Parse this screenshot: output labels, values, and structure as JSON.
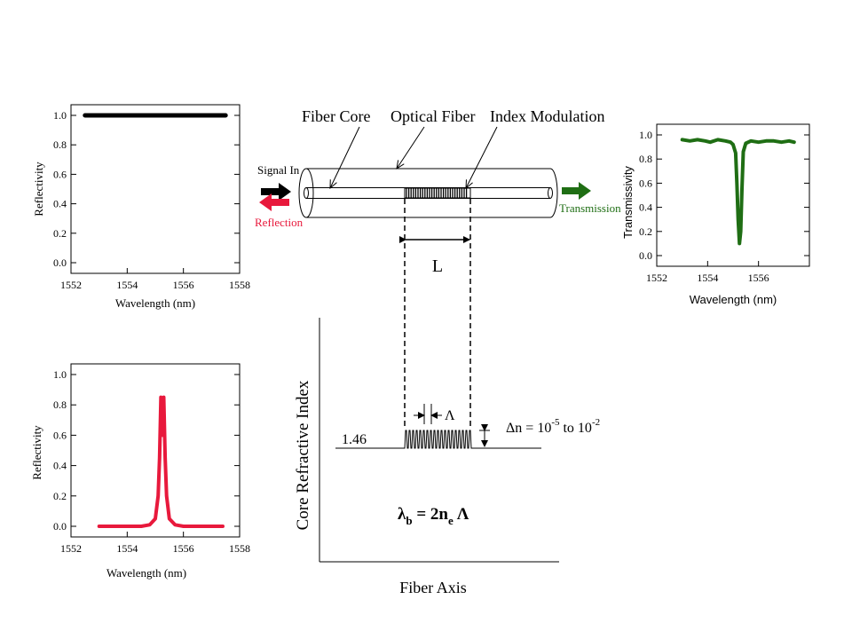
{
  "colors": {
    "reflection": "#e8193c",
    "transmission": "#1f6e14",
    "ink": "#000000"
  },
  "fiber": {
    "core_label": "Fiber Core",
    "fiber_label": "Optical Fiber",
    "modulation_label": "Index Modulation",
    "signal_in_label": "Signal In",
    "reflection_label": "Reflection",
    "transmission_label": "Transmission",
    "length_label": "L"
  },
  "index_profile": {
    "y_axis_label": "Core Refractive Index",
    "x_axis_label": "Fiber Axis",
    "base_index": "1.46",
    "period_symbol": "Λ",
    "delta_n": {
      "prefix": "Δn = 10",
      "exp_low": "-5",
      "middle": " to 10",
      "exp_high": "-2"
    },
    "bragg": {
      "lambda": "λ",
      "sub_b": "b",
      "eq": " = 2n",
      "sub_e": "e",
      "period": "Λ"
    }
  },
  "chart_data": [
    {
      "id": "input-spectrum",
      "type": "line",
      "xlabel": "Wavelength (nm)",
      "ylabel": "Reflectivity",
      "xlim": [
        1552,
        1558
      ],
      "ylim": [
        0.0,
        1.0
      ],
      "x_ticks": [
        "1552",
        "1554",
        "1556",
        "1558"
      ],
      "y_ticks": [
        "0.0",
        "0.2",
        "0.4",
        "0.6",
        "0.8",
        "1.0"
      ],
      "series": [
        {
          "color": "#000000",
          "x": [
            1552.5,
            1557.5
          ],
          "y": [
            1.0,
            1.0
          ]
        }
      ]
    },
    {
      "id": "transmission-spectrum",
      "type": "line",
      "xlabel": "Wavelength (nm)",
      "ylabel": "Transmissivity",
      "xlim": [
        1552,
        1558
      ],
      "ylim": [
        0.0,
        1.0
      ],
      "x_ticks": [
        "1552",
        "1554",
        "1556"
      ],
      "y_ticks": [
        "0.0",
        "0.2",
        "0.4",
        "0.6",
        "0.8",
        "1.0"
      ],
      "series": [
        {
          "color": "#1f6e14",
          "x": [
            1553.0,
            1553.3,
            1553.6,
            1553.9,
            1554.1,
            1554.4,
            1554.7,
            1554.9,
            1555.0,
            1555.1,
            1555.15,
            1555.2,
            1555.25,
            1555.3,
            1555.35,
            1555.4,
            1555.5,
            1555.7,
            1556.0,
            1556.3,
            1556.6,
            1556.9,
            1557.2,
            1557.4
          ],
          "y": [
            0.96,
            0.95,
            0.96,
            0.95,
            0.94,
            0.96,
            0.95,
            0.94,
            0.92,
            0.85,
            0.6,
            0.3,
            0.1,
            0.2,
            0.55,
            0.86,
            0.93,
            0.95,
            0.94,
            0.95,
            0.95,
            0.94,
            0.95,
            0.94
          ]
        }
      ]
    },
    {
      "id": "reflection-spectrum",
      "type": "line",
      "xlabel": "Wavelength (nm)",
      "ylabel": "Reflectivity",
      "xlim": [
        1552,
        1558
      ],
      "ylim": [
        0.0,
        1.0
      ],
      "x_ticks": [
        "1552",
        "1554",
        "1556",
        "1558"
      ],
      "y_ticks": [
        "0.0",
        "0.2",
        "0.4",
        "0.6",
        "0.8",
        "1.0"
      ],
      "series": [
        {
          "color": "#e8193c",
          "x": [
            1553.0,
            1553.5,
            1554.0,
            1554.5,
            1554.8,
            1555.0,
            1555.1,
            1555.15,
            1555.2,
            1555.25,
            1555.3,
            1555.35,
            1555.4,
            1555.5,
            1555.7,
            1556.0,
            1556.5,
            1557.0,
            1557.4
          ],
          "y": [
            0.0,
            0.0,
            0.0,
            0.0,
            0.01,
            0.05,
            0.2,
            0.45,
            0.85,
            0.6,
            0.85,
            0.45,
            0.2,
            0.05,
            0.01,
            0.0,
            0.0,
            0.0,
            0.0
          ]
        }
      ]
    }
  ]
}
